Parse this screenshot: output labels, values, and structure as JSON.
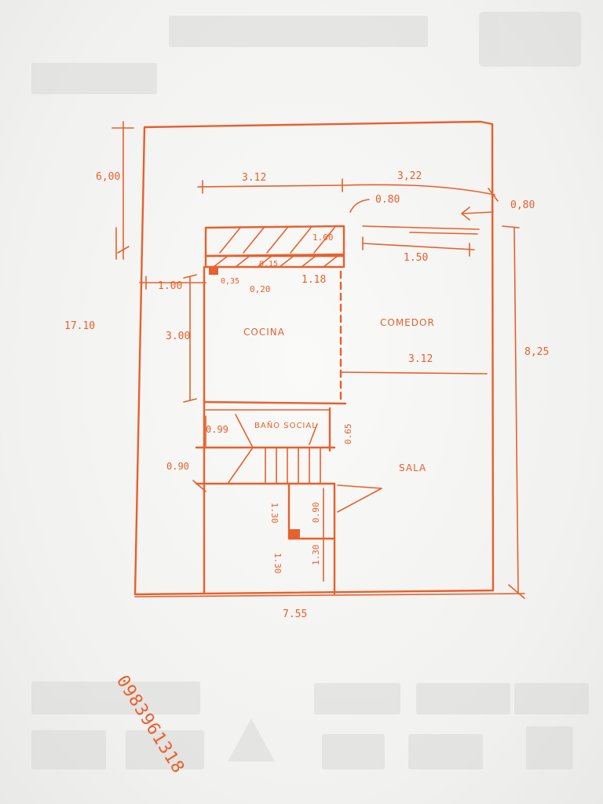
{
  "rooms": {
    "cocina": "COCINA",
    "comedor": "COMEDOR",
    "sala": "SALA",
    "bano": "BAÑO SOCIAL"
  },
  "dimensions": {
    "d_600": "6,00",
    "d_312_top": "3.12",
    "d_322": "3,22",
    "d_080_a": "0.80",
    "d_080_b": "0,80",
    "d_100_b": "1.00",
    "d_150": "1.50",
    "d_100_a": "1.00",
    "d_035": "0,35",
    "d_015": "0.15",
    "d_020": "0,20",
    "d_118": "1.18",
    "d_1710": "17.10",
    "d_300": "3.00",
    "d_312_mid": "3.12",
    "d_825": "8,25",
    "d_099": "0.99",
    "d_065": "0.65",
    "d_090_left": "0.90",
    "d_090_mid": "0.90",
    "d_130_a": "1.30",
    "d_130_b": "1.30",
    "d_130_c": "1.30",
    "d_755": "7.55"
  },
  "handwritten_number": "0983961318",
  "colors": {
    "ink": "#e8602c",
    "paper": "#f6f6f4"
  }
}
